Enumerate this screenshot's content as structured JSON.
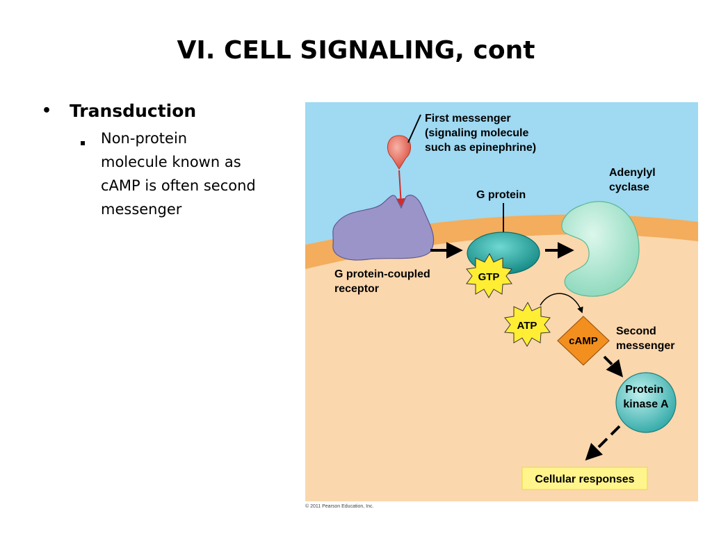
{
  "slide": {
    "title": "VI.  CELL SIGNALING, cont",
    "bullet": {
      "marker": "•",
      "text": "Transduction",
      "sub": {
        "marker": "▪",
        "text": "Non-protein molecule known as cAMP is often second messenger"
      }
    }
  },
  "diagram": {
    "first_messenger": [
      "First messenger",
      "(signaling molecule",
      "such as epinephrine)"
    ],
    "g_protein": "G protein",
    "adenylyl_cyclase": [
      "Adenylyl",
      "cyclase"
    ],
    "receptor": [
      "G protein-coupled",
      "receptor"
    ],
    "gtp": "GTP",
    "atp": "ATP",
    "camp": "cAMP",
    "second_messenger": [
      "Second",
      "messenger"
    ],
    "protein_kinase": [
      "Protein",
      "kinase A"
    ],
    "cellular_responses": "Cellular responses",
    "copyright": "© 2011 Pearson Education, Inc."
  },
  "colors": {
    "extracellular": "#9fd9f2",
    "membrane": "#f3ad5c",
    "cytoplasm": "#fbd7ad",
    "receptor": "#9a94c8",
    "g_protein": "#1faaa3",
    "adenylyl_cyclase": "#a6e6cd",
    "star": "#ffee33",
    "camp": "#f28f1e",
    "kinase": "#55c8c7",
    "responses": "#fff58c",
    "signal_molecule": "#ea6a5a"
  }
}
